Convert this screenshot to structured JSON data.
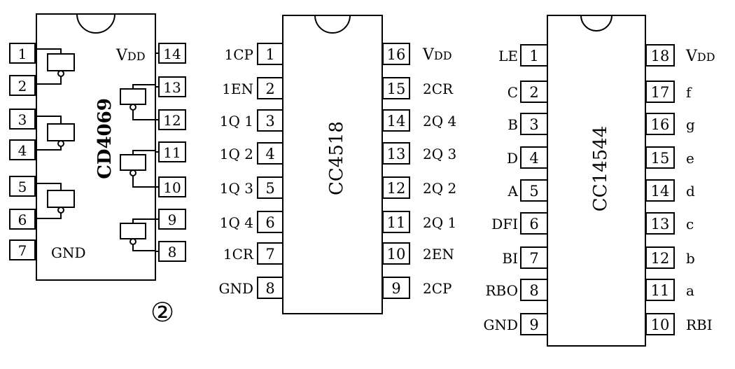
{
  "chips": [
    {
      "name": "CD4069",
      "left_pins": [
        "1",
        "2",
        "3",
        "4",
        "5",
        "6",
        "7"
      ],
      "right_pins": [
        "14",
        "13",
        "12",
        "11",
        "10",
        "9",
        "8"
      ],
      "supply_label": "VDD",
      "ground_label": "GND"
    },
    {
      "name": "CC4518",
      "left_pins": [
        "1",
        "2",
        "3",
        "4",
        "5",
        "6",
        "7",
        "8"
      ],
      "right_pins": [
        "16",
        "15",
        "14",
        "13",
        "12",
        "11",
        "10",
        "9"
      ],
      "left_labels": [
        "1CP",
        "1EN",
        "1Q 1",
        "1Q 2",
        "1Q 3",
        "1Q 4",
        "1CR",
        "GND"
      ],
      "right_labels": [
        "VDD",
        "2CR",
        "2Q 4",
        "2Q 3",
        "2Q 2",
        "2Q 1",
        "2EN",
        "2CP"
      ]
    },
    {
      "name": "CC14544",
      "left_pins": [
        "1",
        "2",
        "3",
        "4",
        "5",
        "6",
        "7",
        "8",
        "9"
      ],
      "right_pins": [
        "18",
        "17",
        "16",
        "15",
        "14",
        "13",
        "12",
        "11",
        "10"
      ],
      "left_labels": [
        "LE",
        "C",
        "B",
        "D",
        "A",
        "DFI",
        "BI",
        "RBO",
        "GND"
      ],
      "right_labels": [
        "VDD",
        "f",
        "g",
        "e",
        "d",
        "c",
        "b",
        "a",
        "RBI"
      ]
    }
  ],
  "figure_number": "②"
}
